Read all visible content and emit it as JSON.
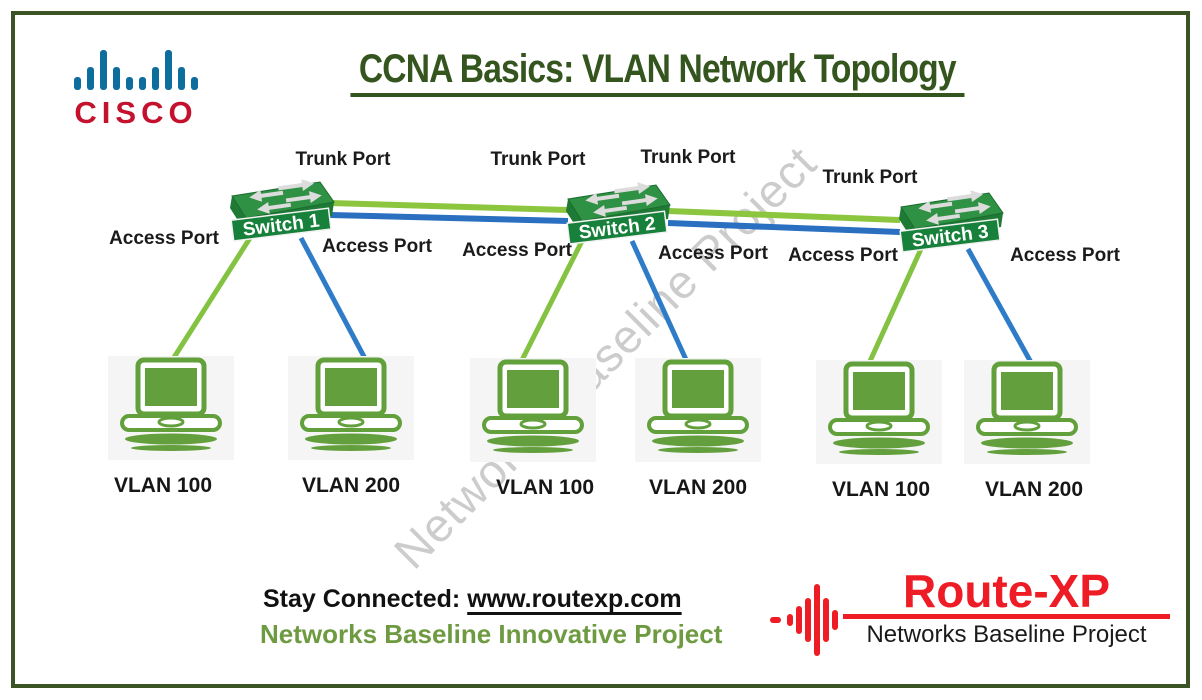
{
  "header": {
    "title": "CCNA Basics: VLAN Network Topology",
    "title_color": "#35551f",
    "cisco": {
      "wordmark": "CISCO",
      "wordmark_color": "#c4122e",
      "bridge_bars_color": "#0d6e9e"
    }
  },
  "watermark": {
    "text": "Networks Baseline Project"
  },
  "diagram": {
    "switches": [
      {
        "name": "Switch 1"
      },
      {
        "name": "Switch 2"
      },
      {
        "name": "Switch 3"
      }
    ],
    "trunk_port_labels": [
      "Trunk Port",
      "Trunk Port",
      "Trunk Port",
      "Trunk Port"
    ],
    "access_port_labels": [
      "Access Port",
      "Access Port",
      "Access Port",
      "Access Port",
      "Access Port",
      "Access Port"
    ],
    "hosts": [
      "VLAN 100",
      "VLAN 200",
      "VLAN 100",
      "VLAN 200",
      "VLAN 100",
      "VLAN 200"
    ],
    "link_colors": {
      "trunk_green": "#8cc63e",
      "trunk_blue": "#2a6fc0",
      "access_green": "#84c341",
      "access_blue": "#2e7cc8"
    },
    "switch_color": "#2f9144",
    "host_color": "#639f3d"
  },
  "footer": {
    "stay_connected_prefix": "Stay Connected:",
    "url": "www.routexp.com",
    "tagline": "Networks Baseline Innovative Project",
    "tagline_color": "#6e9a41"
  },
  "routexp": {
    "brand": "Route-XP",
    "subtitle": "Networks Baseline Project",
    "brand_color": "#ee1c25"
  }
}
